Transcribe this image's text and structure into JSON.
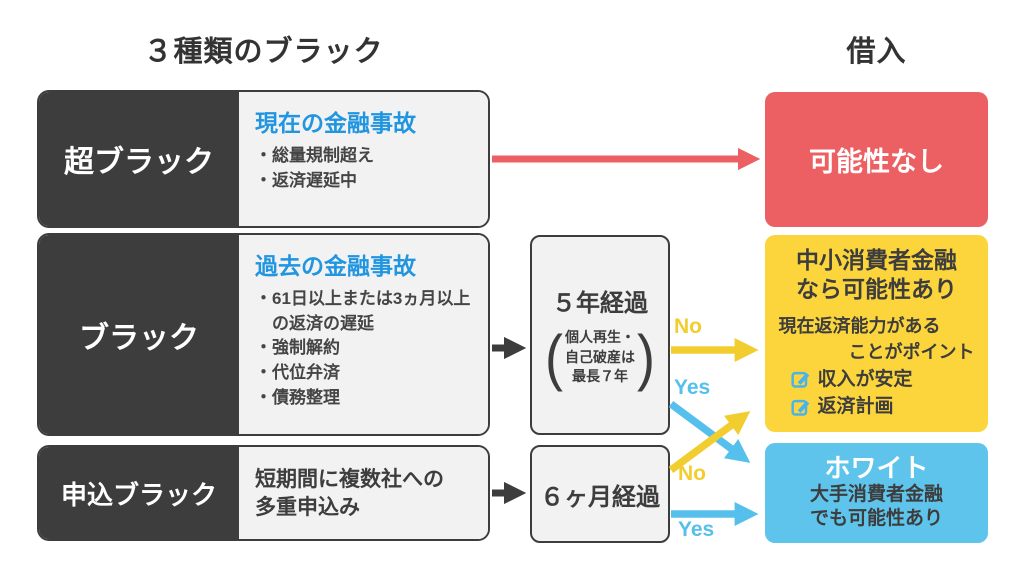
{
  "titles": {
    "left": "３種類のブラック",
    "right": "借入"
  },
  "rows": [
    {
      "label": "超ブラック",
      "heading": "現在の金融事故",
      "bullets": [
        "・総量規制超え",
        "・返済遅延中"
      ]
    },
    {
      "label": "ブラック",
      "heading": "過去の金融事故",
      "bullets": [
        "・61日以上または3ヵ月以上の返済の遅延",
        "・強制解約",
        "・代位弁済",
        "・債務整理"
      ]
    },
    {
      "label": "申込ブラック",
      "description_lines": [
        "短期間に複数社への",
        "多重申込み"
      ]
    }
  ],
  "middle": {
    "five_years": {
      "title": "５年経過",
      "note_lines": [
        "個人再生・",
        "自己破産は",
        "最長７年"
      ]
    },
    "six_months": {
      "title": "６ヶ月経過"
    }
  },
  "arrow_labels": {
    "five_no": "No",
    "five_yes": "Yes",
    "six_no": "No",
    "six_yes": "Yes"
  },
  "outcomes": {
    "impossible": {
      "text": "可能性なし"
    },
    "small_lenders": {
      "heading_lines": [
        "中小消費者金融",
        "なら可能性あり"
      ],
      "note_lines": [
        "現在返済能力がある",
        "ことがポイント"
      ],
      "checklist": [
        "収入が安定",
        "返済計画"
      ]
    },
    "white": {
      "title": "ホワイト",
      "note_lines": [
        "大手消費者金融",
        "でも可能性あり"
      ]
    }
  },
  "chars": {
    "paren_open": "(",
    "paren_close": ")"
  },
  "colors": {
    "dark": "#3d3d3d",
    "light_gray": "#f2f2f2",
    "blue_heading": "#2095e0",
    "red": "#ec5f63",
    "yellow": "#fcd53d",
    "blue": "#5ec4ec",
    "arrow_yellow": "#f2cd30",
    "arrow_blue": "#56c0ec"
  }
}
